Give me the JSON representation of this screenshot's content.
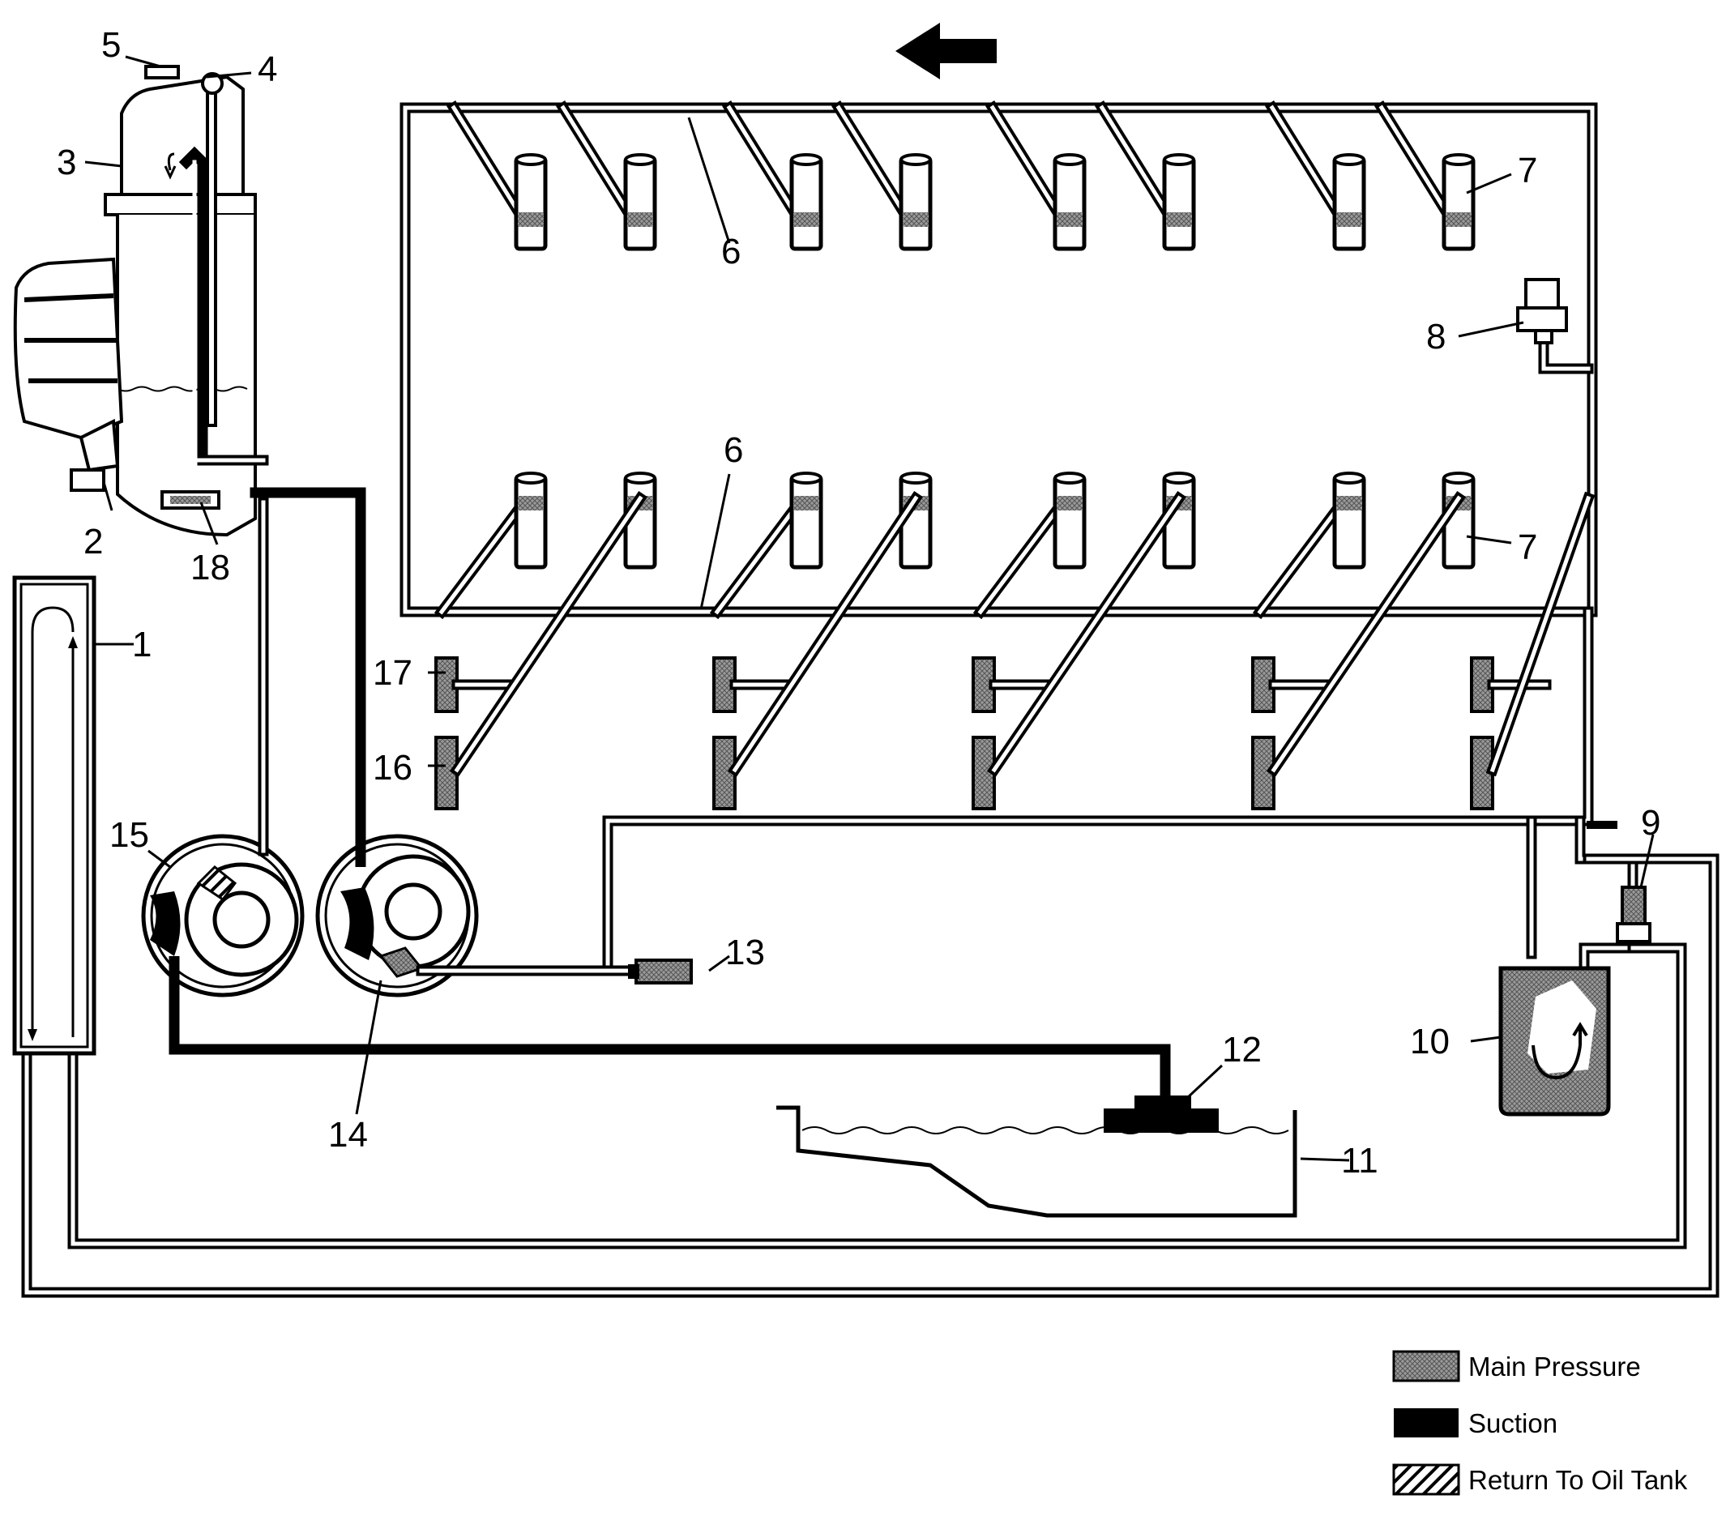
{
  "callouts": {
    "c1": "1",
    "c2": "2",
    "c3": "3",
    "c4": "4",
    "c5": "5",
    "c6a": "6",
    "c6b": "6",
    "c7a": "7",
    "c7b": "7",
    "c8": "8",
    "c9": "9",
    "c10": "10",
    "c11": "11",
    "c12": "12",
    "c13": "13",
    "c14": "14",
    "c15": "15",
    "c16": "16",
    "c17": "17",
    "c18": "18"
  },
  "legend": {
    "items": [
      {
        "label": "Main Pressure",
        "pattern": "crosshatch-gray"
      },
      {
        "label": "Suction",
        "pattern": "solid-black"
      },
      {
        "label": "Return To Oil Tank",
        "pattern": "diagonal-stripes"
      }
    ]
  },
  "colors": {
    "line": "#000000",
    "background": "#ffffff",
    "pressure_fill": "#8a8a8a"
  },
  "icons": {
    "direction": "arrow-left-icon"
  }
}
